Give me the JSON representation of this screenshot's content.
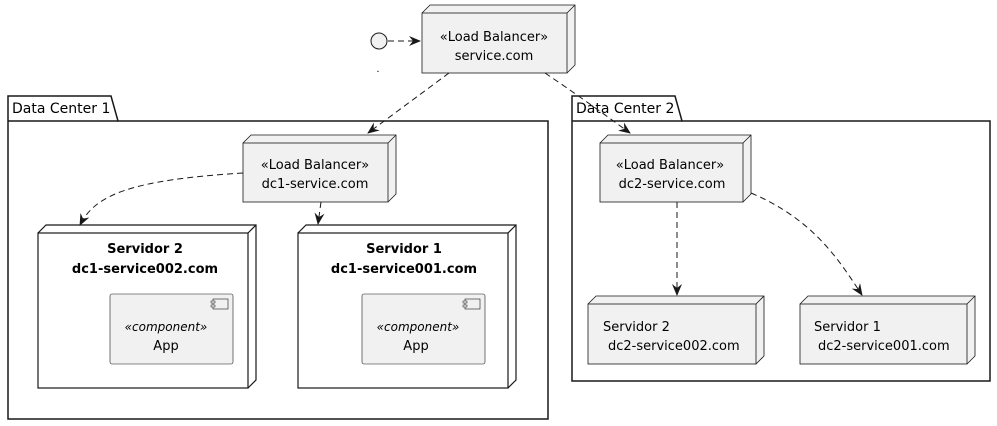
{
  "diagram": {
    "entry_point": {
      "label": "."
    },
    "root_lb": {
      "stereotype": "«Load Balancer»",
      "host": "service.com"
    },
    "dc1": {
      "title": "Data Center 1",
      "lb": {
        "stereotype": "«Load Balancer»",
        "host": "dc1-service.com"
      },
      "server2": {
        "name": "Servidor 2",
        "host": "dc1-service002.com",
        "component": {
          "stereotype": "«component»",
          "name": "App"
        }
      },
      "server1": {
        "name": "Servidor 1",
        "host": "dc1-service001.com",
        "component": {
          "stereotype": "«component»",
          "name": "App"
        }
      }
    },
    "dc2": {
      "title": "Data Center 2",
      "lb": {
        "stereotype": "«Load Balancer»",
        "host": "dc2-service.com"
      },
      "server2": {
        "name": "Servidor 2",
        "host": "dc2-service002.com"
      },
      "server1": {
        "name": "Servidor 1",
        "host": "dc2-service001.com"
      }
    },
    "colors": {
      "node_fill": "#F1F1F1",
      "stroke": "#181818",
      "background": "#FFFFFF"
    }
  }
}
